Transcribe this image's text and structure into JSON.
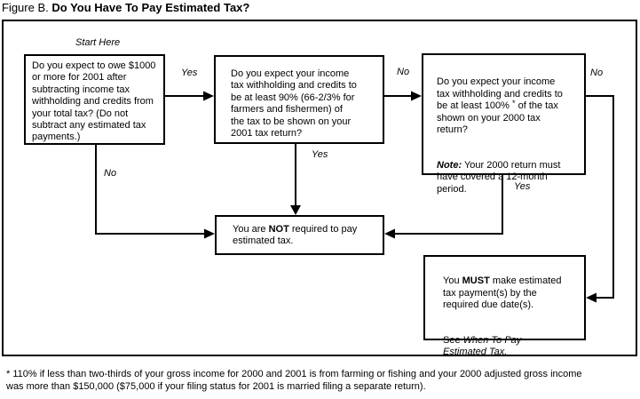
{
  "title": {
    "prefix": "Figure B. ",
    "main": "Do You Have To Pay Estimated Tax?"
  },
  "labels": {
    "start_here": "Start Here",
    "yes_start_to_mid": "Yes",
    "no_start_down": "No",
    "no_mid_to_right": "No",
    "yes_mid_down": "Yes",
    "no_right_down": "No",
    "yes_right_down": "Yes"
  },
  "boxes": {
    "start": {
      "text": "Do you expect to owe $1000\nor more for 2001 after\nsubtracting income tax\nwithholding and credits from\nyour total tax? (Do not\nsubtract any estimated tax\npayments.)"
    },
    "withholding_90": {
      "text": "Do you expect your income\ntax withholding and credits to\nbe at least 90% (66-2/3% for\nfarmers and fishermen) of\nthe tax to be shown on your\n2001 tax return?"
    },
    "withholding_100": {
      "q_part1": "Do you expect your income\ntax withholding and credits to\nbe at least 100% ",
      "asterisk": "*",
      "q_part2": " of the tax\nshown on your 2000 tax\nreturn?",
      "note_label": "Note:",
      "note_text": " Your 2000 return must\nhave covered a 12-month\nperiod."
    },
    "not_required": {
      "part1": "You are ",
      "emphasis": "NOT",
      "part2": " required to pay\nestimated tax."
    },
    "must_pay": {
      "part1": "You ",
      "emphasis": "MUST",
      "part2": "  make estimated\ntax payment(s) by the\nrequired due date(s).",
      "see_prefix": "See ",
      "see_reference": "When To Pay\nEstimated Tax."
    }
  },
  "footnote": "* 110% if less than two-thirds of your gross income for 2000 and 2001 is from farming or fishing and your 2000 adjusted gross income\nwas more than $150,000 ($75,000 if your filing status for 2001 is married filing a separate return)."
}
